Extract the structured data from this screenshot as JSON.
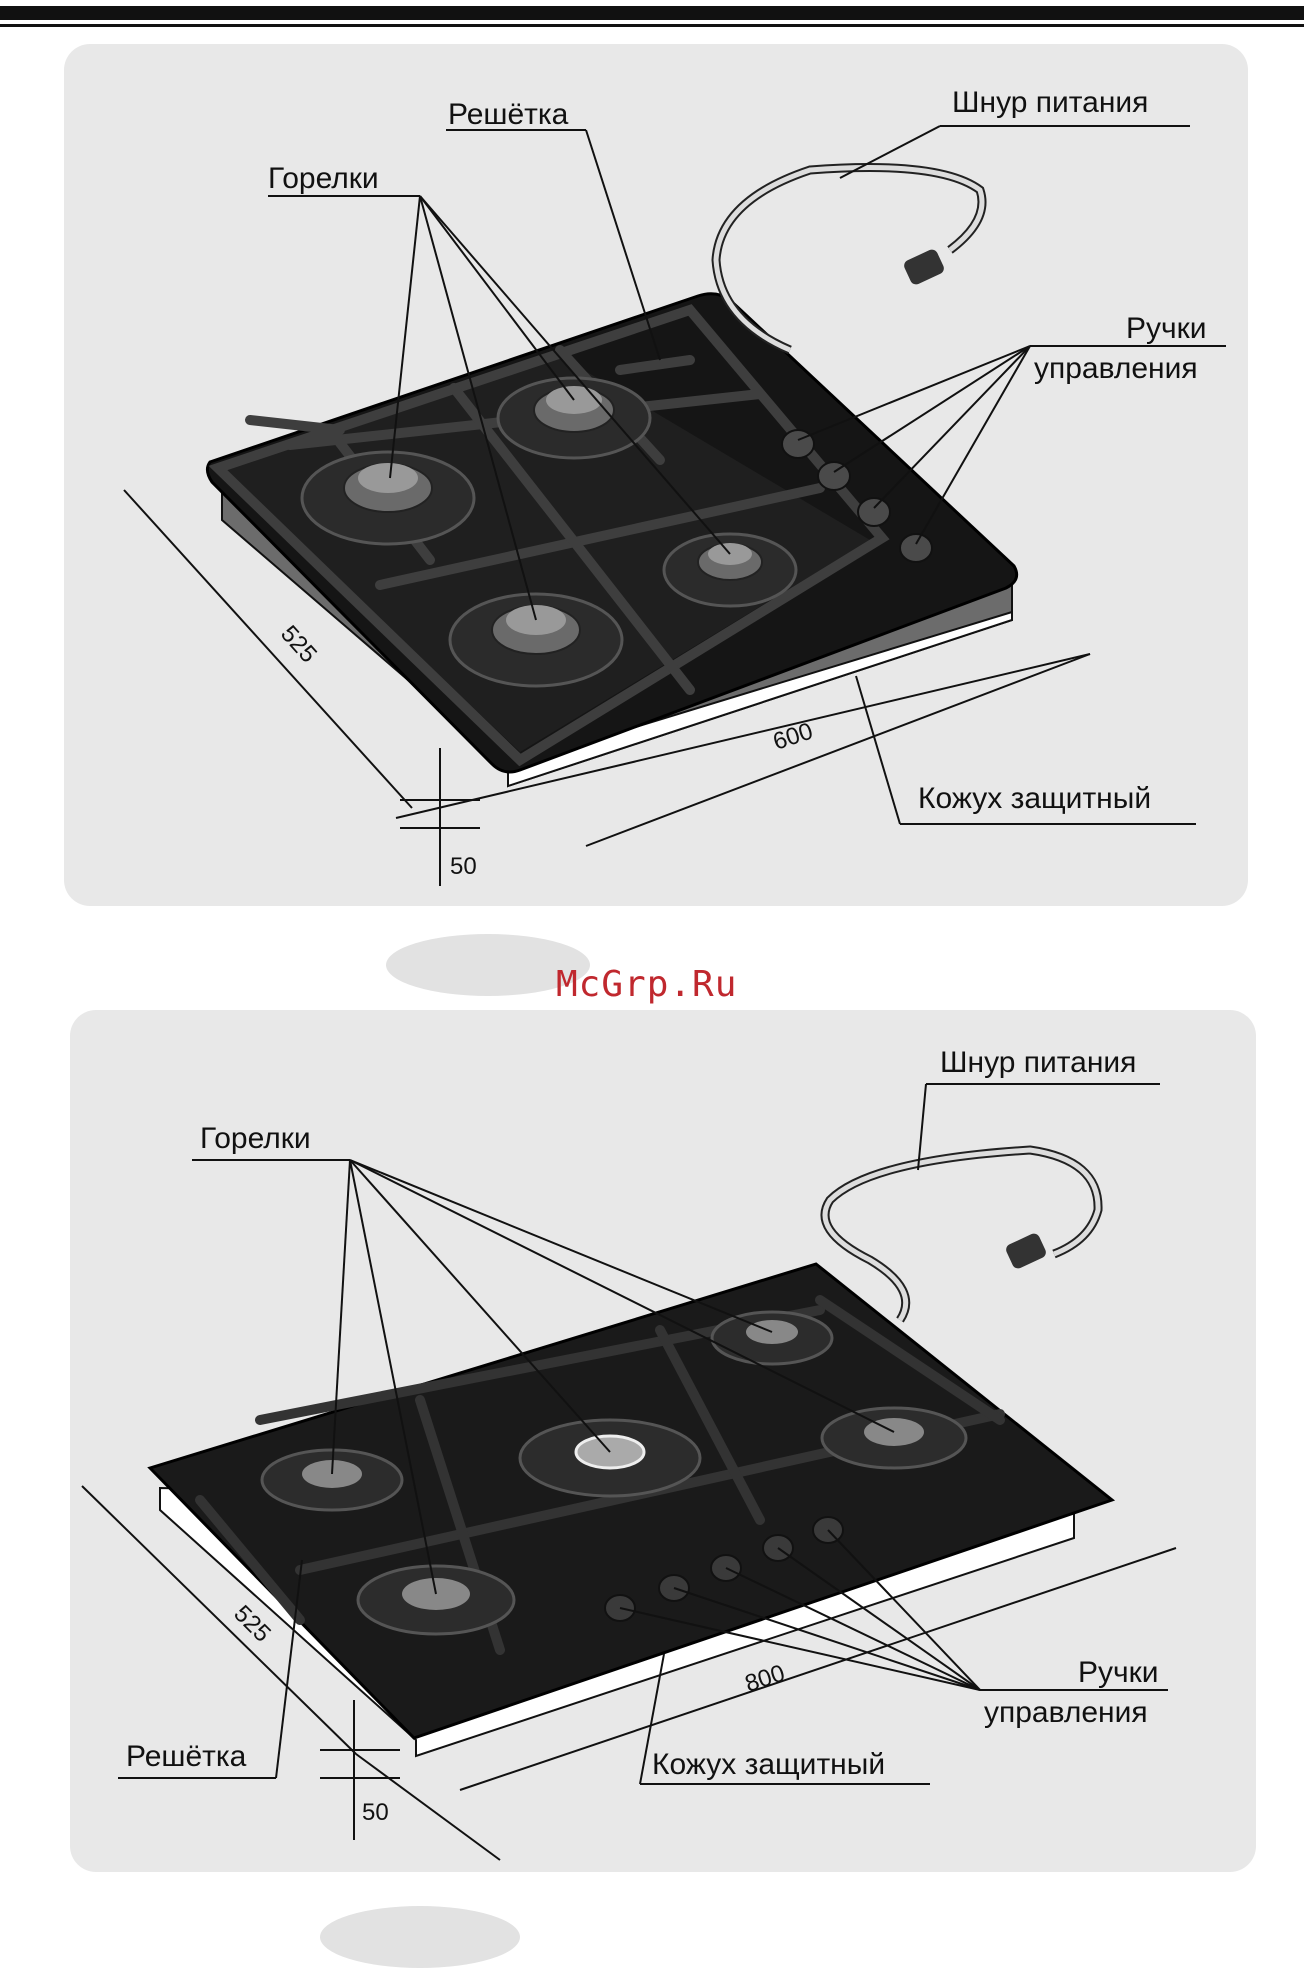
{
  "watermark": "McGrp.Ru",
  "figure_top": {
    "label_grate": "Решётка",
    "label_burners": "Горелки",
    "label_power_cord": "Шнур питания",
    "label_knobs_line1": "Ручки",
    "label_knobs_line2": "управления",
    "label_casing": "Кожух защитный",
    "dim_depth": "525",
    "dim_width": "600",
    "dim_height": "50"
  },
  "figure_bottom": {
    "label_grate": "Решётка",
    "label_burners": "Горелки",
    "label_power_cord": "Шнур питания",
    "label_knobs_line1": "Ручки",
    "label_knobs_line2": "управления",
    "label_casing": "Кожух защитный",
    "dim_depth": "525",
    "dim_width": "800",
    "dim_height": "50"
  }
}
